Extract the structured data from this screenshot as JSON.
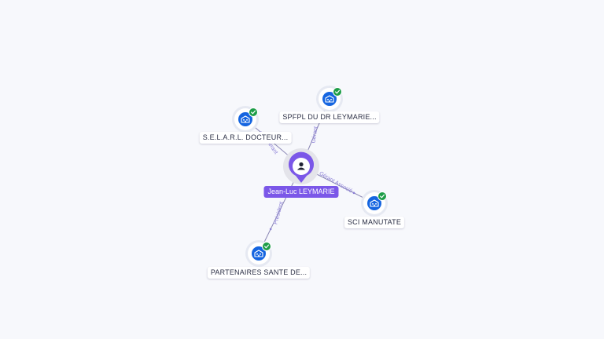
{
  "center": {
    "label": "Jean-Luc LEYMARIE",
    "icon": "person-icon",
    "color": "#7b57e8"
  },
  "companies": [
    {
      "id": "selarl",
      "label": "S.E.L.A.R.L. DOCTEUR...",
      "icon": "company-building-icon",
      "verified": true
    },
    {
      "id": "spfpl",
      "label": "SPFPL DU DR LEYMARIE...",
      "icon": "company-building-icon",
      "verified": true
    },
    {
      "id": "sci",
      "label": "SCI MANUTATE",
      "icon": "company-building-icon",
      "verified": true
    },
    {
      "id": "partenaires",
      "label": "PARTENAIRES SANTE DE...",
      "icon": "company-building-icon",
      "verified": true
    }
  ],
  "edges": [
    {
      "to": "selarl",
      "role": "Gérant"
    },
    {
      "to": "spfpl",
      "role": "Gérant"
    },
    {
      "to": "sci",
      "role": "Gérant Associé"
    },
    {
      "to": "partenaires",
      "role": "Président"
    }
  ],
  "colors": {
    "company_icon": "#1565e0",
    "verified_badge": "#1e9d48",
    "edge": "#8a86b4",
    "edge_label": "#8b7fd6"
  }
}
